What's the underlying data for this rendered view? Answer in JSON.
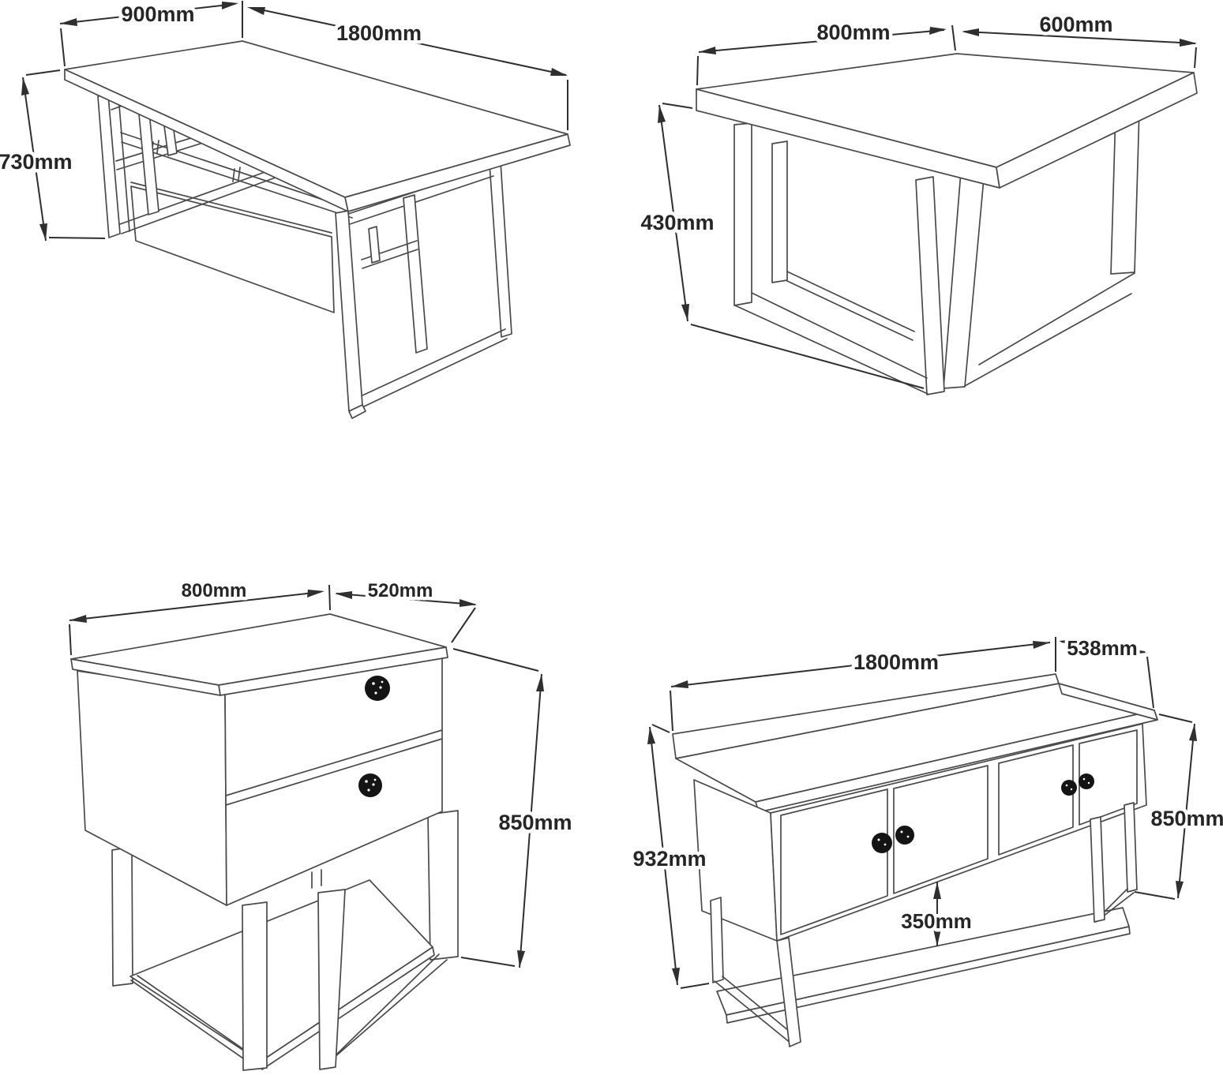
{
  "page": {
    "title": "Furniture dimension drawings",
    "background": "#ffffff",
    "line_color": "#4a4a4a",
    "dimension_color": "#2f2f2f",
    "text_color": "#262626",
    "unit": "mm"
  },
  "figures": {
    "desk": {
      "name": "desk",
      "dims": {
        "depth": "900mm",
        "width": "1800mm",
        "height": "730mm"
      }
    },
    "coffee_table": {
      "name": "coffee-table",
      "dims": {
        "width": "800mm",
        "depth": "600mm",
        "height": "430mm"
      }
    },
    "nightstand": {
      "name": "nightstand-with-drawers",
      "dims": {
        "width": "800mm",
        "depth": "520mm",
        "height": "850mm"
      }
    },
    "sideboard": {
      "name": "sideboard-with-doors",
      "dims": {
        "width": "1800mm",
        "depth": "538mm",
        "total_height": "932mm",
        "side_height": "850mm",
        "shelf_clearance": "350mm"
      }
    }
  }
}
